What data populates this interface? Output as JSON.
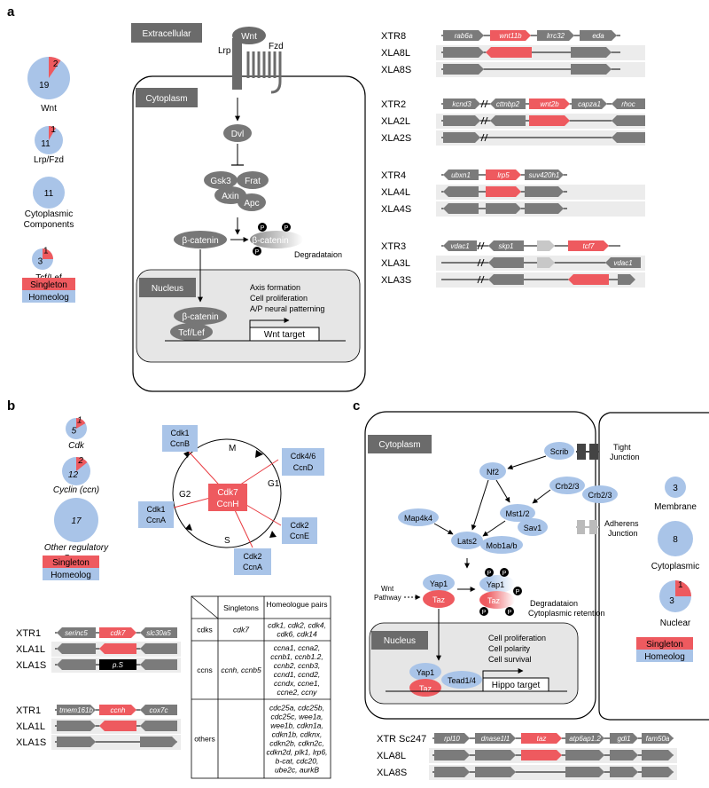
{
  "colors": {
    "singleton": "#ee5a5f",
    "homeolog": "#a9c4e8",
    "node": "#777777",
    "box_dark": "#6b6b6b",
    "gene": "#7b7b7b",
    "light_gene": "#c8c8c8",
    "row_shade": "#ececec",
    "nucleus": "#e6e6e6",
    "black": "#000000"
  },
  "panel_a": {
    "label": "a",
    "pies": [
      {
        "name": "Wnt",
        "singleton": 2,
        "homeolog": 19
      },
      {
        "name": "Lrp/Fzd",
        "singleton": 1,
        "homeolog": 11
      },
      {
        "name": "Cytoplasmic Components",
        "name_lines": [
          "Cytoplasmic",
          "Components"
        ],
        "singleton": 0,
        "homeolog": 11
      },
      {
        "name": "Tcf/Lef",
        "singleton": 1,
        "homeolog": 3
      }
    ],
    "legend": {
      "singleton": "Singleton",
      "homeolog": "Homeolog"
    },
    "extracellular": "Extracellular",
    "cytoplasm": "Cytoplasm",
    "nucleus": "Nucleus",
    "nodes": {
      "wnt": "Wnt",
      "fzd": "Fzd",
      "lrp": "Lrp",
      "dvl": "Dvl",
      "gsk3": "Gsk3",
      "frat": "Frat",
      "axin": "Axin",
      "apc": "Apc",
      "bcat": "β-catenin",
      "bcat_deg": "β-catenin",
      "bcat_nuc": "β-catenin",
      "tcflef": "Tcf/Lef",
      "p": "P"
    },
    "degradation": "Degradataion",
    "targets": [
      "Axis formation",
      "Cell proliferation",
      "A/P neural patterning"
    ],
    "wnt_target": "Wnt target",
    "synteny": [
      {
        "rows": [
          "XTR8",
          "XLA8L",
          "XLA8S"
        ],
        "genes": [
          "rab6a",
          "wnt11b",
          "lrrc32",
          "eda"
        ]
      },
      {
        "rows": [
          "XTR2",
          "XLA2L",
          "XLA2S"
        ],
        "genes": [
          "kcnd3",
          "cttnbp2",
          "wnt2b",
          "capza1",
          "rhoc"
        ]
      },
      {
        "rows": [
          "XTR4",
          "XLA4L",
          "XLA4S"
        ],
        "genes": [
          "ubxn1",
          "lrp5",
          "suv420h1"
        ]
      },
      {
        "rows": [
          "XTR3",
          "XLA3L",
          "XLA3S"
        ],
        "genes": [
          "vdac1",
          "skp1",
          "tcf7",
          "vdac1"
        ]
      }
    ]
  },
  "panel_b": {
    "label": "b",
    "pies": [
      {
        "name": "Cdk",
        "singleton": 1,
        "homeolog": 5,
        "italic": true
      },
      {
        "name": "Cyclin (ccn)",
        "singleton": 2,
        "homeolog": 12,
        "italic": true
      },
      {
        "name": "Other regulatory Genes",
        "name_lines": [
          "Other regulatory",
          "Genes"
        ],
        "singleton": 0,
        "homeolog": 17,
        "italic": true
      }
    ],
    "legend": {
      "singleton": "Singleton",
      "homeolog": "Homeolog"
    },
    "cycle": {
      "phases": [
        "M",
        "G1",
        "S",
        "G2"
      ],
      "center": [
        "Cdk7",
        "CcnH"
      ],
      "boxes": [
        [
          "Cdk1",
          "CcnB"
        ],
        [
          "Cdk4/6",
          "CcnD"
        ],
        [
          "Cdk2",
          "CcnE"
        ],
        [
          "Cdk2",
          "CcnA"
        ],
        [
          "Cdk1",
          "CcnA"
        ]
      ]
    },
    "table": {
      "headers": [
        "",
        "Singletons",
        "Homeologue pairs"
      ],
      "rows": [
        {
          "group": "cdks",
          "singletons": [
            "cdk7"
          ],
          "pairs": [
            "cdk1, cdk2, cdk4,",
            "cdk6, cdk14"
          ]
        },
        {
          "group": "ccns",
          "singletons": [
            "ccnh, ccnb5"
          ],
          "pairs": [
            "ccna1, ccna2,",
            "ccnb1, ccnb1.2,",
            "ccnb2, ccnb3,",
            "ccnd1, ccnd2,",
            "ccndx, ccne1,",
            "ccne2, ccny"
          ]
        },
        {
          "group": "others",
          "singletons": [],
          "pairs": [
            "cdc25a, cdc25b,",
            "cdc25c, wee1a,",
            "wee1b, cdkn1a,",
            "cdkn1b, cdknx,",
            "cdkn2b, cdkn2c,",
            "cdkn2d, plk1, lrp6,",
            "b-cat, cdc20,",
            "ube2c, aurkB"
          ]
        }
      ]
    },
    "synteny": [
      {
        "rows": [
          "XTR1",
          "XLA1L",
          "XLA1S"
        ],
        "genes": [
          "serinc5",
          "cdk7",
          "slc30a5",
          "p.S"
        ]
      },
      {
        "rows": [
          "XTR1",
          "XLA1L",
          "XLA1S"
        ],
        "genes": [
          "tmem161b",
          "ccnh",
          "cox7c"
        ]
      }
    ]
  },
  "panel_c": {
    "label": "c",
    "cytoplasm": "Cytoplasm",
    "nucleus": "Nucleus",
    "nodes": {
      "scrib": "Scrib",
      "nf2": "Nf2",
      "crb_a": "Crb2/3",
      "crb_b": "Crb2/3",
      "mst": "Mst1/2",
      "sav": "Sav1",
      "map4k4": "Map4k4",
      "lats": "Lats2",
      "mob": "Mob1a/b",
      "yap1": "Yap1",
      "taz": "Taz",
      "yap_deg": "Yap1",
      "taz_deg": "Taz",
      "yap_nuc": "Yap1",
      "taz_nuc": "Taz",
      "tead": "Tead1/4",
      "p": "P"
    },
    "tight_junction": [
      "Tight",
      "Junction"
    ],
    "adherens_junction": [
      "Adherens",
      "Junction"
    ],
    "wnt_pathway": [
      "Wnt",
      "Pathway"
    ],
    "degradation": [
      "Degradataion",
      "Cytoplasmic retention"
    ],
    "targets": [
      "Cell proliferation",
      "Cell polarity",
      "Cell survival"
    ],
    "hippo_target": "Hippo target",
    "pies": [
      {
        "name": "Membrane",
        "singleton": 0,
        "homeolog": 3
      },
      {
        "name": "Cytoplasmic",
        "singleton": 0,
        "homeolog": 8
      },
      {
        "name": "Nuclear",
        "singleton": 1,
        "homeolog": 3
      }
    ],
    "legend": {
      "singleton": "Singleton",
      "homeolog": "Homeolog"
    },
    "synteny": {
      "rows": [
        "XTR Sc247",
        "XLA8L",
        "XLA8S"
      ],
      "genes": [
        "rpl10",
        "dnase1l1",
        "taz",
        "atp6ap1.2",
        "gdi1",
        "fam50a"
      ]
    }
  }
}
